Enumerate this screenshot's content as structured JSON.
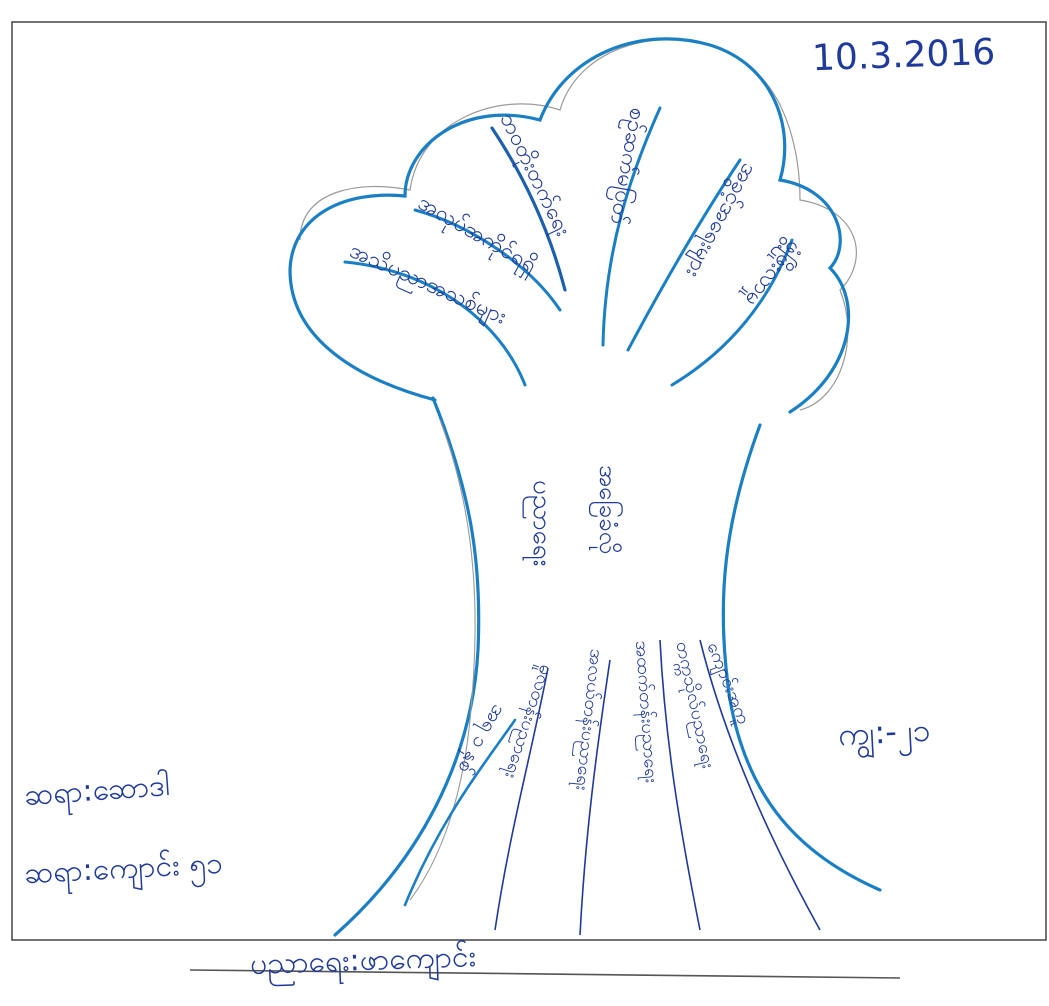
{
  "date": "10.3.2016",
  "count": "ကျွ:-၂၁",
  "teacher": "ဆရာ:ဆောဒါ",
  "school": "ဆရာ:ကျောင်း ၅၁",
  "subject": "ပညာရေး:ဖာကျောင်း",
  "crown_labels": [
    "အသိပညာအသစ်များ",
    "အလုပ်အကိုင်ရရှိ",
    "ဘဝတိုးတက်ရေး",
    "စဉ်ဆက်မပြတ်",
    "အခွင့်အရေးများ",
    "ဖွံ့ဖြိုးလာမှု"
  ],
  "trunk_labels": [
    "ပညာရေး",
    "အခြေခံလို"
  ],
  "root_labels": [
    "အရ ၁ နှစ်",
    "မူလတန်းပညာရေး",
    "အလယ်တန်းပညာရေး",
    "အထက်တန်းပညာရေး",
    "တက္ကသိုလ်ပညာရေး",
    "ကျောင်းအကူ"
  ],
  "colors": {
    "ink": "#1f3a9a",
    "tree_blue": "#1b7fc4",
    "pencil": "#9a9a9a"
  }
}
